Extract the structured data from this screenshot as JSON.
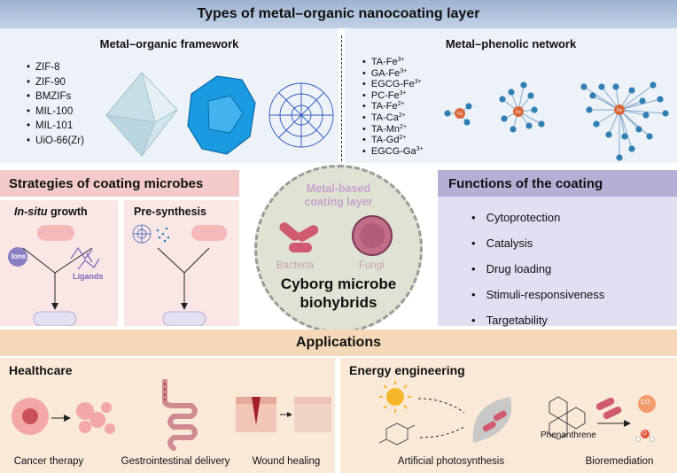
{
  "header": {
    "title": "Types of metal–organic nanocoating layer"
  },
  "mof": {
    "title": "Metal–organic framework",
    "items": [
      "ZIF-8",
      "ZIF-90",
      "BMZIFs",
      "MIL-100",
      "MIL-101",
      "UiO-66(Zr)"
    ]
  },
  "mpn": {
    "title": "Metal–phenolic network",
    "items": [
      {
        "base": "TA-Fe",
        "sup": "3+"
      },
      {
        "base": "GA-Fe",
        "sup": "3+"
      },
      {
        "base": "EGCG-Fe",
        "sup": "3+"
      },
      {
        "base": "PC-Fe",
        "sup": "3+"
      },
      {
        "base": "TA-Fe",
        "sup": "2+"
      },
      {
        "base": "TA-Ca",
        "sup": "2+"
      },
      {
        "base": "TA-Mn",
        "sup": "2+"
      },
      {
        "base": "TA-Gd",
        "sup": "2+"
      },
      {
        "base": "EGCG-Ga",
        "sup": "3+"
      }
    ],
    "node_label": "Fe"
  },
  "strategies": {
    "title": "Strategies of coating microbes",
    "insitu": {
      "title_italic": "In-situ",
      "title_rest": " growth",
      "ions": "Ions",
      "ligands": "Ligands"
    },
    "presyn": {
      "title": "Pre-synthesis"
    }
  },
  "center": {
    "coating_label": "Metal-based coating layer",
    "bacteria": "Bacteria",
    "fungi": "Fungi",
    "title": "Cyborg microbe biohybrids"
  },
  "functions": {
    "title": "Functions of the coating",
    "items": [
      "Cytoprotection",
      "Catalysis",
      "Drug loading",
      "Stimuli-responsiveness",
      "Targetability"
    ]
  },
  "applications": {
    "title": "Applications",
    "healthcare": {
      "title": "Healthcare",
      "items": [
        "Cancer therapy",
        "Gestrointestinal delivery",
        "Wound healing"
      ]
    },
    "energy": {
      "title": "Energy engineering",
      "items": [
        "Artificial photosynthesis",
        "Bioremediation"
      ],
      "phenanthrene": "Phenanthrene",
      "co2": "CO",
      "water": "O"
    }
  },
  "colors": {
    "header": "#9fb4d2",
    "strategies": "#f3c9c9",
    "functions": "#b7aed6",
    "applications": "#f4d8b8",
    "bacteria": "#d05a6e",
    "node": "#2f7fb5"
  }
}
